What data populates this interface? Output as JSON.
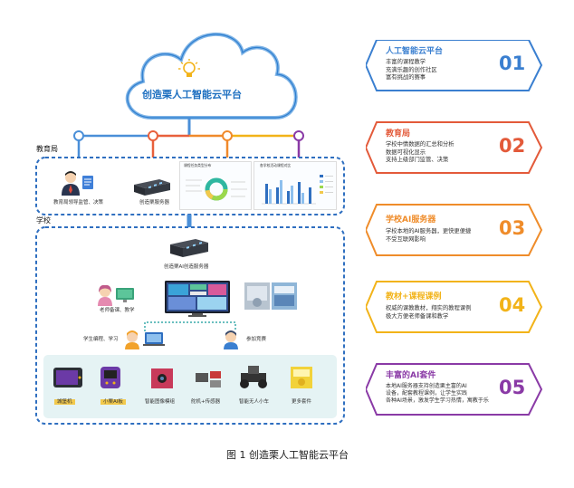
{
  "cloud": {
    "title": "创造栗人工智能云平台",
    "icon": "lightbulb-icon"
  },
  "bureau": {
    "label": "教育局",
    "items": [
      {
        "label": "教育局领导监管、决策"
      },
      {
        "label": "创造栗服务器"
      }
    ],
    "charts": [
      {
        "title": "课程任务类型分布"
      },
      {
        "title": "各学校活动课程对比"
      }
    ]
  },
  "school": {
    "label": "学校",
    "server_label": "创造栗AI创造服务器",
    "teacher_label": "老师备课、教学",
    "student_label": "学生编程、学习",
    "contest_label": "参加竞赛",
    "devices": [
      {
        "label": "城堡机",
        "highlight": true
      },
      {
        "label": "小栗AI板",
        "highlight": true
      },
      {
        "label": "智能图像模组",
        "highlight": false
      },
      {
        "label": "舵机+传感器",
        "highlight": false
      },
      {
        "label": "智能无人小车",
        "highlight": false
      },
      {
        "label": "更多套件",
        "highlight": false
      }
    ]
  },
  "panels": [
    {
      "num": "01",
      "title": "人工智能云平台",
      "lines": [
        "丰富的课程教学",
        "充满乐趣的创作社区",
        "富有挑战的赛事"
      ],
      "color": "#3a7fd0"
    },
    {
      "num": "02",
      "title": "教育局",
      "lines": [
        "学校中情数据的汇总和分析",
        "数据可视化显示",
        "支持上级部门监管、决策"
      ],
      "color": "#e35a3a"
    },
    {
      "num": "03",
      "title": "学校AI服务器",
      "lines": [
        "学校本地的AI服务器，更快更便捷",
        "不受互联网影响"
      ],
      "color": "#ef8c2a"
    },
    {
      "num": "04",
      "title": "教材+课程课例",
      "lines": [
        "权威的课教教材，翔实的教程课例",
        "极大方便老师备课和教学"
      ],
      "color": "#f2b319"
    },
    {
      "num": "05",
      "title": "丰富的AI套件",
      "lines": [
        "本地AI服务器支持创造栗主富的AI",
        "设备，配套教程课例，让学生实践",
        "各种AI场景，激发学生学习热情，寓教于乐"
      ],
      "color": "#8a3aa6"
    }
  ],
  "caption": "图 1  创造栗人工智能云平台"
}
